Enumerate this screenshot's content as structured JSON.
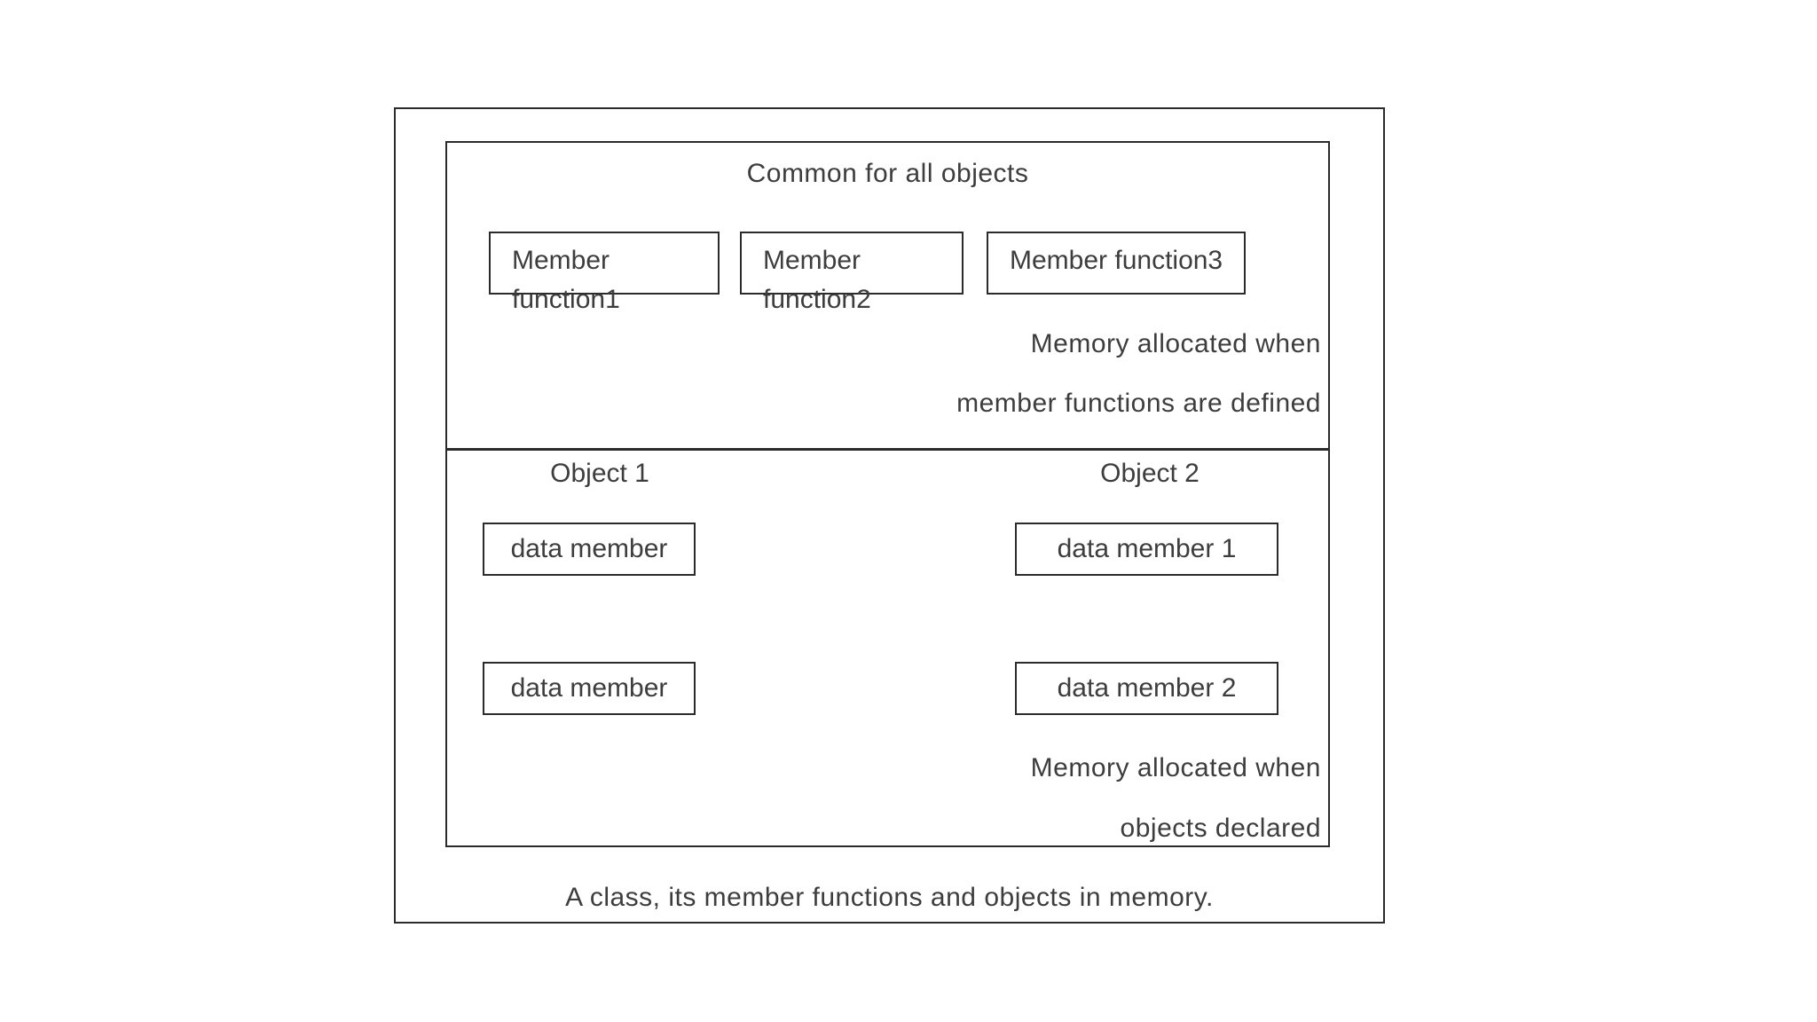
{
  "diagram": {
    "caption": "A class, its member functions and objects in memory.",
    "common_section": {
      "title": "Common for all objects",
      "member_boxes": [
        {
          "line1": "Member",
          "line2": "function1"
        },
        {
          "line1": "Member",
          "line2": "function2"
        },
        {
          "label": "Member function3"
        }
      ],
      "note_line1": "Memory allocated when",
      "note_line2": "member functions are defined"
    },
    "objects_section": {
      "object1": {
        "title": "Object 1",
        "boxes": [
          "data member",
          "data member"
        ]
      },
      "object2": {
        "title": "Object 2",
        "boxes": [
          "data member 1",
          "data member 2"
        ]
      },
      "note_line1": "Memory allocated when",
      "note_line2": "objects declared"
    },
    "colors": {
      "text": "#3d3d3d",
      "border": "#2b2b2b",
      "background": "#ffffff"
    }
  }
}
